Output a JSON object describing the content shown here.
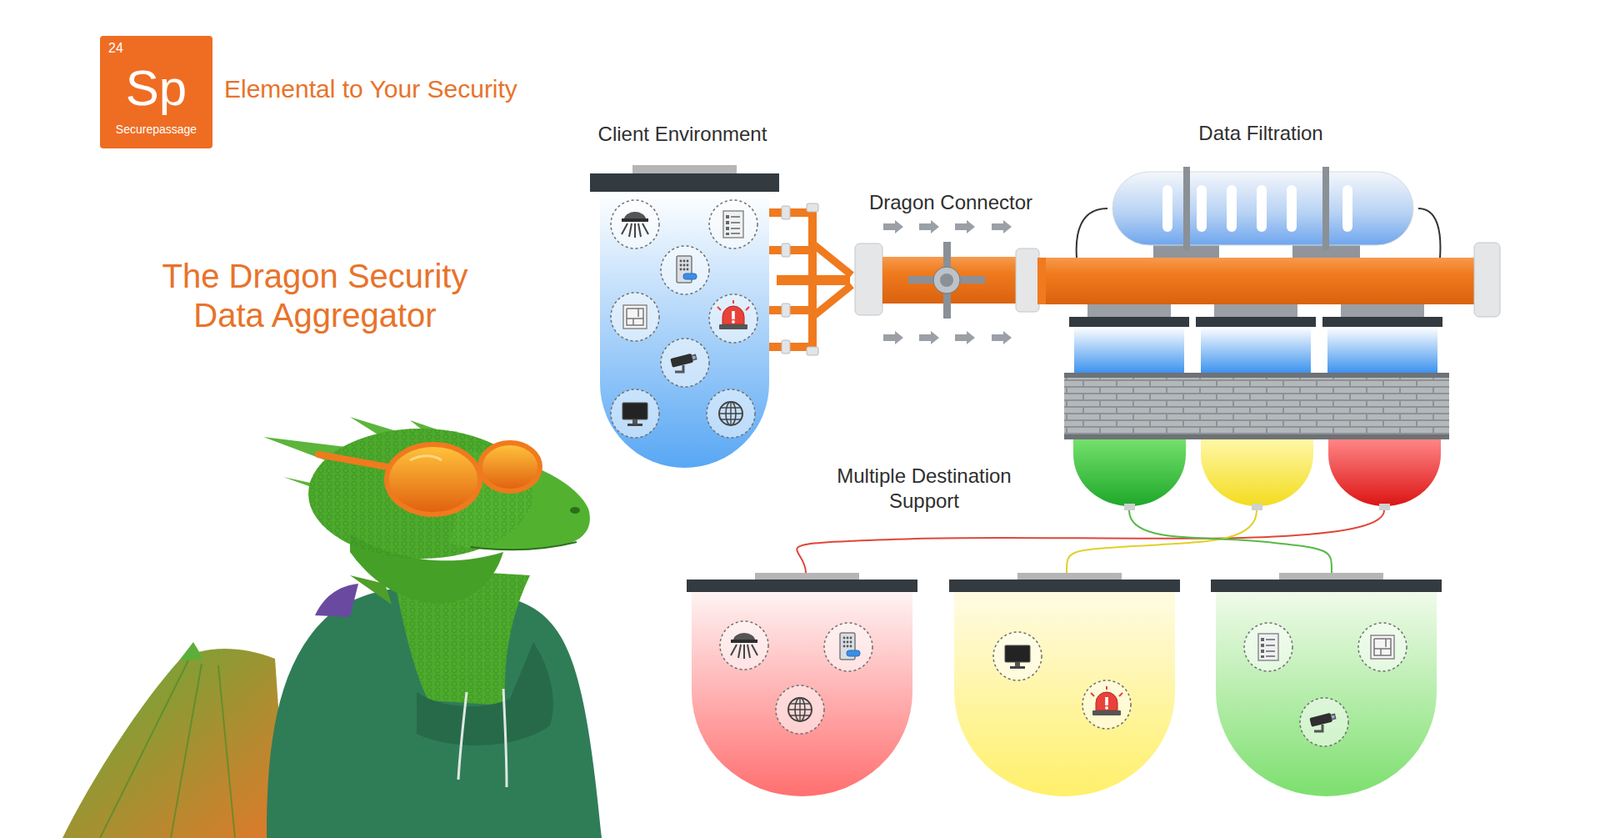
{
  "diagram": {
    "title": "The Dragon Security Data Aggregator",
    "nodes": [
      {
        "text": [
          "24",
          "Sp",
          "Securepassage"
        ]
      },
      {
        "text": [
          "Client Environment"
        ]
      },
      {
        "text": [
          "Dragon Connector"
        ]
      },
      {
        "text": [
          "Data Filtration"
        ]
      }
    ],
    "edges": [
      {
        "from": 1,
        "to": 2,
        "arrow": "none"
      },
      {
        "from": 2,
        "to": 3,
        "arrow": "none"
      }
    ],
    "labels": [
      "Elemental to Your Security",
      "Multiple Destination Support"
    ]
  }
}
